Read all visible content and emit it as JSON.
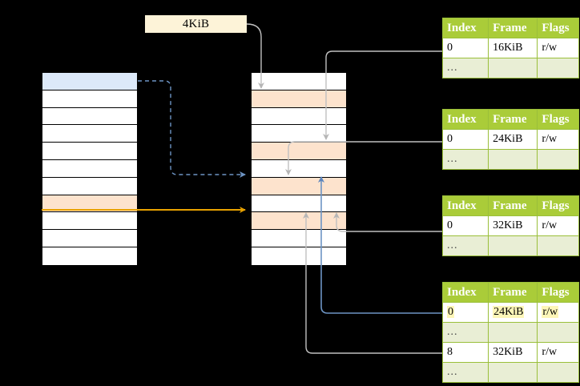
{
  "diagram": {
    "title_label": "4KiB",
    "colors": {
      "table_header_green": "#aacc39",
      "table_ellipsis_green": "#e9eed5",
      "highlight_yellow": "#fdf6b8",
      "row_blue": "#dce9f9",
      "row_orange": "#fde3cd",
      "label_cream": "#fdf3d8",
      "blue_arrow": "#6d94c4",
      "orange_arrow": "#e8a200",
      "gray_arrow": "#b3b3b3"
    }
  },
  "left_column": {
    "name": "virtual-address-space",
    "rows": [
      {
        "index": 0,
        "fill": "blue",
        "label": ""
      },
      {
        "index": 1,
        "fill": "white",
        "label": ""
      },
      {
        "index": 2,
        "fill": "white",
        "label": ""
      },
      {
        "index": 3,
        "fill": "white",
        "label": ""
      },
      {
        "index": 4,
        "fill": "white",
        "label": ""
      },
      {
        "index": 5,
        "fill": "white",
        "label": ""
      },
      {
        "index": 6,
        "fill": "white",
        "label": ""
      },
      {
        "index": 7,
        "fill": "orange",
        "label": ""
      },
      {
        "index": 8,
        "fill": "white",
        "label": ""
      },
      {
        "index": 9,
        "fill": "white",
        "label": ""
      },
      {
        "index": 10,
        "fill": "white",
        "label": ""
      }
    ]
  },
  "middle_column": {
    "name": "physical-memory",
    "rows": [
      {
        "index": 0,
        "fill": "white",
        "label": ""
      },
      {
        "index": 1,
        "fill": "orange",
        "label": ""
      },
      {
        "index": 2,
        "fill": "white",
        "label": ""
      },
      {
        "index": 3,
        "fill": "white",
        "label": ""
      },
      {
        "index": 4,
        "fill": "orange",
        "label": ""
      },
      {
        "index": 5,
        "fill": "white",
        "label": ""
      },
      {
        "index": 6,
        "fill": "orange",
        "label": ""
      },
      {
        "index": 7,
        "fill": "white",
        "label": ""
      },
      {
        "index": 8,
        "fill": "orange",
        "label": ""
      },
      {
        "index": 9,
        "fill": "white",
        "label": ""
      },
      {
        "index": 10,
        "fill": "white",
        "label": ""
      }
    ]
  },
  "tables": [
    {
      "id": "table-1",
      "headers": [
        "Index",
        "Frame",
        "Flags"
      ],
      "rows": [
        {
          "cells": [
            "0",
            "16KiB",
            "r/w"
          ],
          "type": "data",
          "highlight": false
        },
        {
          "cells": [
            "...",
            "",
            ""
          ],
          "type": "ellipsis",
          "highlight": false
        }
      ]
    },
    {
      "id": "table-2",
      "headers": [
        "Index",
        "Frame",
        "Flags"
      ],
      "rows": [
        {
          "cells": [
            "0",
            "24KiB",
            "r/w"
          ],
          "type": "data",
          "highlight": false
        },
        {
          "cells": [
            "...",
            "",
            ""
          ],
          "type": "ellipsis",
          "highlight": false
        }
      ]
    },
    {
      "id": "table-3",
      "headers": [
        "Index",
        "Frame",
        "Flags"
      ],
      "rows": [
        {
          "cells": [
            "0",
            "32KiB",
            "r/w"
          ],
          "type": "data",
          "highlight": false
        },
        {
          "cells": [
            "...",
            "",
            ""
          ],
          "type": "ellipsis",
          "highlight": false
        }
      ]
    },
    {
      "id": "table-4",
      "headers": [
        "Index",
        "Frame",
        "Flags"
      ],
      "rows": [
        {
          "cells": [
            "0",
            "24KiB",
            "r/w"
          ],
          "type": "data",
          "highlight": true
        },
        {
          "cells": [
            "...",
            "",
            ""
          ],
          "type": "ellipsis",
          "highlight": false
        },
        {
          "cells": [
            "8",
            "32KiB",
            "r/w"
          ],
          "type": "data",
          "highlight": false
        },
        {
          "cells": [
            "...",
            "",
            ""
          ],
          "type": "ellipsis",
          "highlight": false
        }
      ]
    }
  ]
}
